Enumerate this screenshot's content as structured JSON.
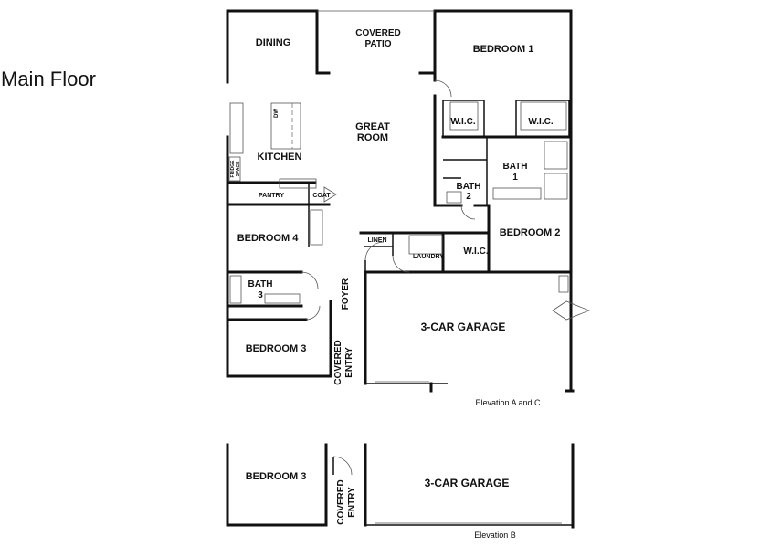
{
  "title": "Main Floor",
  "rooms": {
    "dining": "DINING",
    "covered_patio_1": "COVERED",
    "covered_patio_2": "PATIO",
    "bedroom1": "BEDROOM 1",
    "great_room_1": "GREAT",
    "great_room_2": "ROOM",
    "kitchen": "KITCHEN",
    "wic_left": "W.I.C.",
    "wic_right": "W.I.C.",
    "bath1_1": "BATH",
    "bath1_2": "1",
    "bath2_1": "BATH",
    "bath2_2": "2",
    "pantry": "PANTRY",
    "coat": "COAT",
    "bedroom4": "BEDROOM 4",
    "linen": "LINEN",
    "laundry": "LAUNDRY",
    "wic_bed2": "W.I.C.",
    "bedroom2": "BEDROOM 2",
    "bath3_1": "BATH",
    "bath3_2": "3",
    "foyer": "FOYER",
    "garage": "3-CAR GARAGE",
    "bedroom3": "BEDROOM 3",
    "covered_entry_1": "COVERED",
    "covered_entry_2": "ENTRY",
    "fridge_1": "FRIDGE",
    "fridge_2": "SPACE",
    "dw": "DW"
  },
  "elevation_ac": "Elevation A and C",
  "elevation_b": {
    "label": "Elevation B",
    "bedroom3": "BEDROOM 3",
    "covered_entry_1": "COVERED",
    "covered_entry_2": "ENTRY",
    "garage": "3-CAR GARAGE"
  }
}
